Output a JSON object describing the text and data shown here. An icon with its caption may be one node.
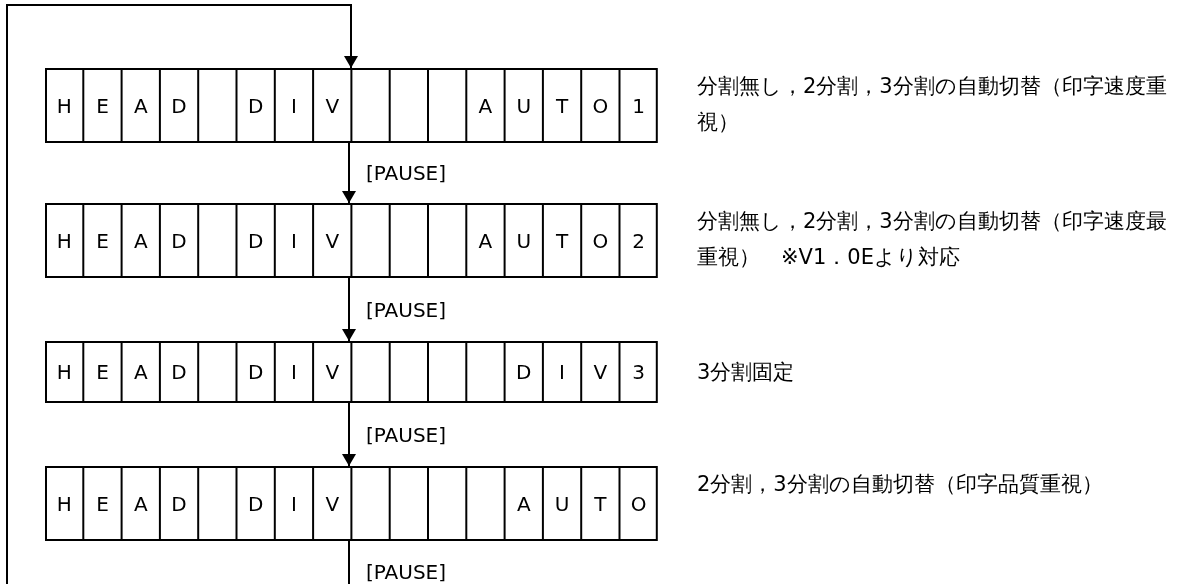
{
  "diagram": {
    "nodes": [
      {
        "text": [
          "H",
          "E",
          "A",
          "D",
          "D",
          "I",
          "V",
          "A",
          "U",
          "T",
          "O",
          "1"
        ],
        "beside": [
          "分割無し，2分割，3分割の自動切替（印字速度重視）"
        ]
      },
      {
        "text": [
          "H",
          "E",
          "A",
          "D",
          "D",
          "I",
          "V",
          "A",
          "U",
          "T",
          "O",
          "2"
        ],
        "beside": [
          "分割無し，2分割，3分割の自動切替（印字速度最重視）　※V1．0Eより対応"
        ]
      },
      {
        "text": [
          "H",
          "E",
          "A",
          "D",
          "D",
          "I",
          "V",
          "D",
          "I",
          "V",
          "3"
        ],
        "beside": [
          "3分割固定"
        ]
      },
      {
        "text": [
          "H",
          "E",
          "A",
          "D",
          "D",
          "I",
          "V",
          "A",
          "U",
          "T",
          "O"
        ],
        "beside": [
          "2分割，3分割の自動切替（印字品質重視）"
        ]
      }
    ],
    "edges": [
      {
        "from": 0,
        "to": 1,
        "arrow": "to",
        "label": "[PAUSE]"
      },
      {
        "from": 1,
        "to": 2,
        "arrow": "to",
        "label": "[PAUSE]"
      },
      {
        "from": 2,
        "to": 3,
        "arrow": "to",
        "label": "[PAUSE]"
      },
      {
        "from": 3,
        "to": null,
        "arrow": "none",
        "label": "[PAUSE]"
      },
      {
        "from": null,
        "to": 0,
        "arrow": "to"
      }
    ]
  }
}
